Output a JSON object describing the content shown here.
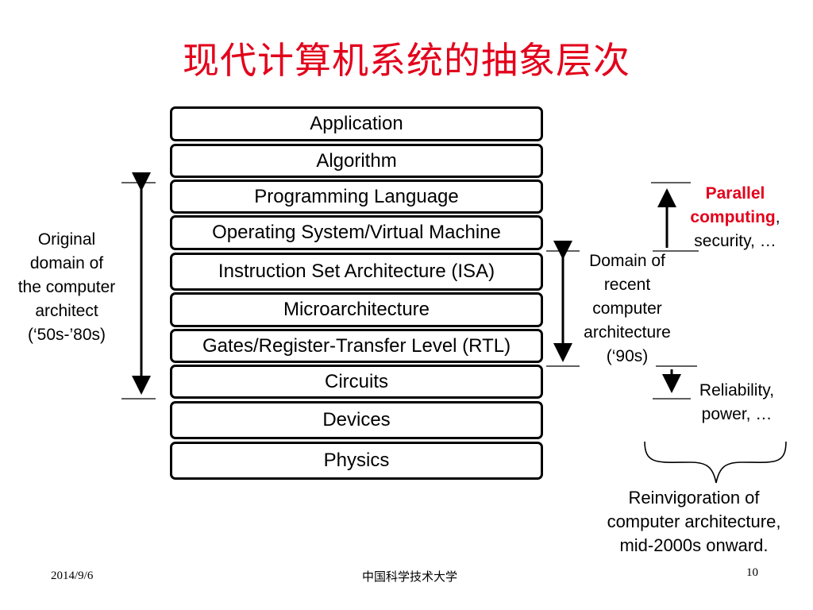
{
  "title": "现代计算机系统的抽象层次",
  "layers": [
    "Application",
    "Algorithm",
    "Programming Language",
    "Operating System/Virtual Machine",
    "Instruction Set Architecture (ISA)",
    "Microarchitecture",
    "Gates/Register-Transfer Level (RTL)",
    "Circuits",
    "Devices",
    "Physics"
  ],
  "original_domain": [
    "Original",
    "domain of",
    "the computer",
    "architect",
    "(‘50s-’80s)"
  ],
  "recent_domain": [
    "Domain of",
    "recent",
    "computer",
    "architecture",
    "(‘90s)"
  ],
  "parallel": {
    "bold1": "Parallel",
    "bold2": "computing",
    "comma": ",",
    "rest": "security, …"
  },
  "reliability": [
    "Reliability,",
    "power, …"
  ],
  "reinvigoration": [
    "Reinvigoration of",
    "computer architecture,",
    "mid-2000s onward."
  ],
  "footer": {
    "date": "2014/9/6",
    "institution": "中国科学技术大学",
    "page": "10"
  },
  "colors": {
    "accent": "#e3001b",
    "ink": "#000000"
  }
}
